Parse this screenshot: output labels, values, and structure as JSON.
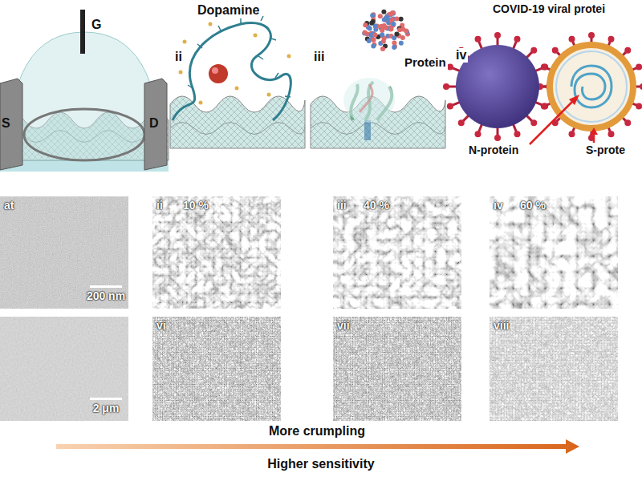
{
  "diagram": {
    "nodes": [
      {
        "text": [
          "at",
          "200 nm"
        ]
      },
      {
        "text": [
          "ii",
          "10 %"
        ]
      },
      {
        "text": [
          "iii",
          "40 %"
        ]
      },
      {
        "text": [
          "iv",
          "60 %"
        ]
      },
      {
        "text": [
          "2 μm"
        ]
      },
      {
        "text": [
          "vi"
        ]
      },
      {
        "text": [
          "vii"
        ]
      },
      {
        "text": [
          "viii"
        ]
      }
    ],
    "labels": [
      "G",
      "S",
      "D",
      "ii",
      "Dopamine",
      "iii",
      "Protein",
      "iv",
      "COVID-19 viral protei",
      "N-protein",
      "S-prote",
      "More crumpling",
      "Higher sensitivity"
    ]
  }
}
